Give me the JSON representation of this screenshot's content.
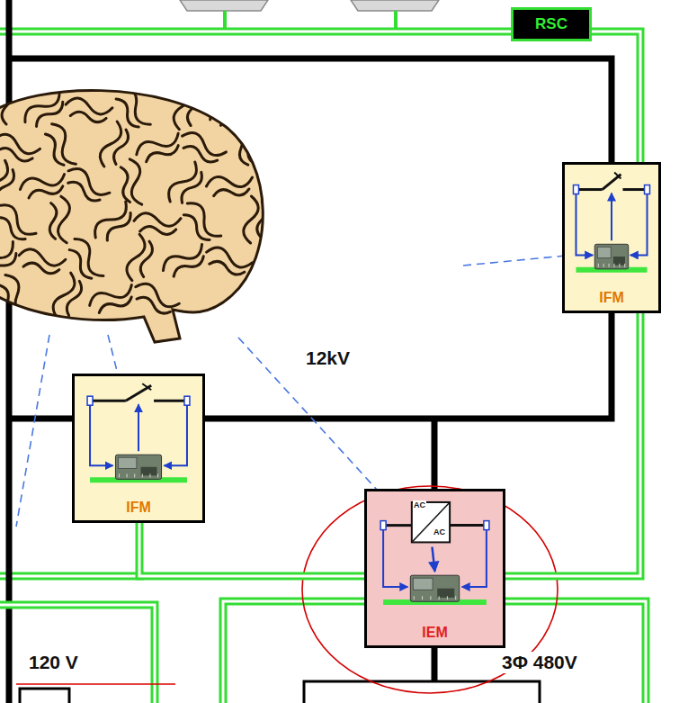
{
  "diagram": {
    "nodes": [
      {
        "text": [
          "RSC"
        ]
      },
      {
        "text": [
          "IFM"
        ]
      },
      {
        "text": [
          "IFM"
        ]
      },
      {
        "text": [
          "IEM"
        ]
      }
    ],
    "edges": [
      {
        "from": 0,
        "to": 1,
        "arrow": "none"
      },
      {
        "from": 1,
        "to": 3,
        "arrow": "none"
      },
      {
        "from": 3,
        "to": 2,
        "arrow": "none"
      }
    ],
    "labels": [
      "12kV",
      "AC",
      "AC",
      "120 V",
      "3Φ 480V"
    ]
  }
}
